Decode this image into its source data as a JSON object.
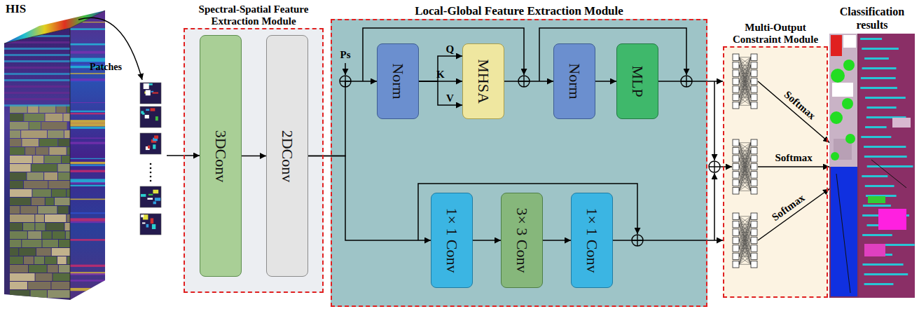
{
  "diagram": {
    "nodes": [
      {
        "text": [
          "Spectral-Spatial Feature Extraction Module"
        ]
      },
      {
        "text": [
          "3DConv"
        ],
        "in": 0
      },
      {
        "text": [
          "2DConv"
        ],
        "in": 0
      },
      {
        "text": [
          "Local-Global Feature Extraction Module"
        ]
      },
      {
        "text": [
          "Norm"
        ],
        "in": 3
      },
      {
        "text": [
          "MHSA"
        ],
        "in": 3
      },
      {
        "text": [
          "Norm"
        ],
        "in": 3
      },
      {
        "text": [
          "MLP"
        ],
        "in": 3
      },
      {
        "text": [
          "1× 1 Conv"
        ],
        "in": 3
      },
      {
        "text": [
          "3× 3 Conv"
        ],
        "in": 3
      },
      {
        "text": [
          "1× 1 Conv"
        ],
        "in": 3
      },
      {
        "text": [
          "Multi-Output Constraint Module"
        ]
      },
      {
        "text": [
          "Classification results"
        ]
      }
    ],
    "edges": [
      {
        "from": 1,
        "to": 2,
        "arrow": "to"
      },
      {
        "from": 2,
        "to": 4,
        "arrow": "to"
      },
      {
        "from": 2,
        "to": 8,
        "arrow": "to"
      },
      {
        "from": 4,
        "to": 5,
        "label": "Q",
        "arrow": "to"
      },
      {
        "from": 4,
        "to": 5,
        "label": "K",
        "arrow": "to"
      },
      {
        "from": 4,
        "to": 5,
        "label": "V",
        "arrow": "to"
      },
      {
        "from": 5,
        "to": 6,
        "arrow": "to"
      },
      {
        "from": 6,
        "to": 7,
        "arrow": "to"
      },
      {
        "from": 7,
        "to": 11,
        "arrow": "to"
      },
      {
        "from": 8,
        "to": 9,
        "arrow": "to"
      },
      {
        "from": 9,
        "to": 10,
        "arrow": "to"
      },
      {
        "from": 10,
        "to": 11,
        "arrow": "to"
      },
      {
        "from": 11,
        "to": 12,
        "label": "Softmax",
        "arrow": "to"
      },
      {
        "from": 11,
        "to": 12,
        "label": "Softmax",
        "arrow": "to"
      },
      {
        "from": 11,
        "to": 12,
        "label": "Softmax",
        "arrow": "to"
      }
    ],
    "labels": [
      "HIS",
      "Patches",
      "Ps"
    ]
  }
}
